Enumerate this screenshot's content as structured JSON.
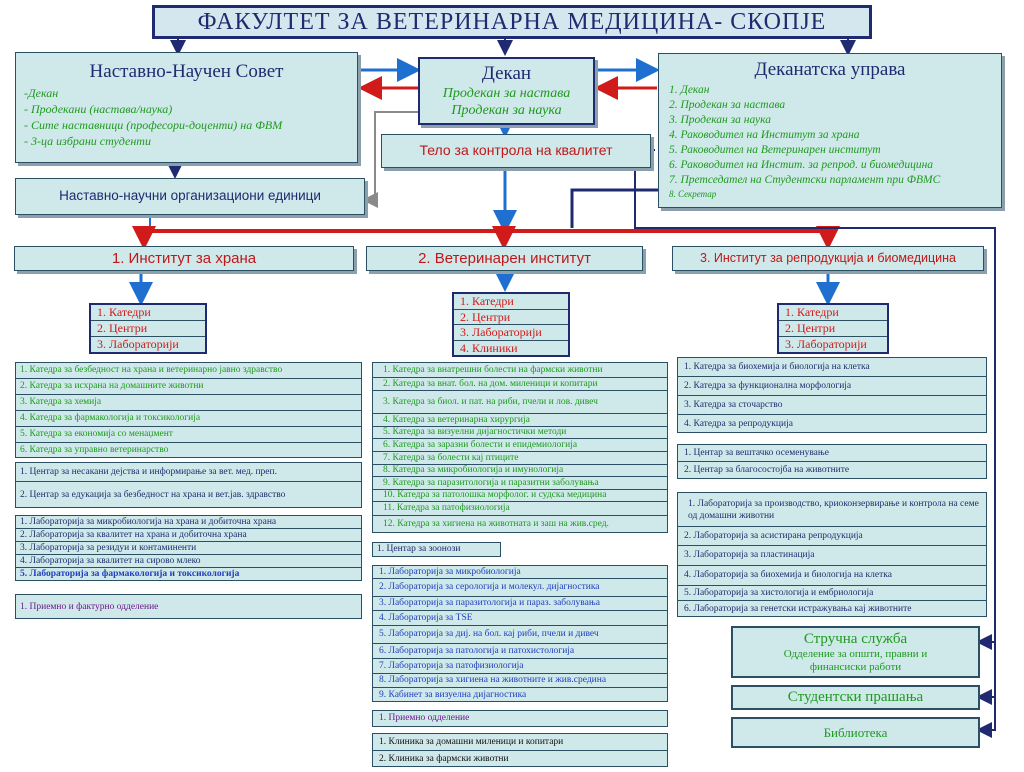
{
  "title": "ФАКУЛТЕТ ЗА ВЕТЕРИНАРНА МЕДИЦИНА- СКОПЈЕ",
  "council": {
    "title": "Наставно-Научен Совет",
    "items": [
      "-Декан",
      "- Продекани (настава/наука)",
      "- Сите наставници (професори-доценти)  на ФВМ",
      "- 3-ца избрани студенти"
    ]
  },
  "dean": {
    "title": "Декан",
    "line1": "Продекан за настава",
    "line2": "Продекан за наука"
  },
  "management": {
    "title": "Деканатска управа",
    "items": [
      "1. Декан",
      "2. Продекан за настава",
      "3. Продекан за наука",
      "4. Раководител на Институт за храна",
      "5. Раководител на Ветеринарен институт",
      "6. Раководител на Инстит. за репрод. и биомедицина",
      "7. Претседател на Студентски парламент при ФВМС",
      "8. Секретар"
    ]
  },
  "quality": "Тело за контрола на квалитет",
  "units": "Наставно-научни организациони единици",
  "institutes": {
    "food": "1. Институт за храна",
    "vet": "2. Ветеринарен институт",
    "repro": "3. Институт за репродукција и биомедицина"
  },
  "sub": {
    "food": [
      "1. Катедри",
      "2. Центри",
      "3. Лабораторији"
    ],
    "vet": [
      "1. Катедри",
      "2. Центри",
      "3. Лабораторији",
      "4. Клиники"
    ],
    "repro": [
      "1. Катедри",
      "2. Центри",
      "3. Лабораторији"
    ]
  },
  "food_depts": [
    "1. Катедра за безбедност на храна и ветеринарно јавно здравство",
    "2. Катедра за исхрана на домашните животни",
    "3. Катедра за хемија",
    "4. Катедра за фармакологија и токсикологија",
    "5. Катедра за економија со менаџмент",
    "6. Катедра за управно ветеринарство"
  ],
  "food_centers": [
    "1. Центар за несакани дејства и информирање за вет. мед. преп.",
    "2. Центар за едукација за безбедност на храна и вет.јав. здравство"
  ],
  "food_labs": [
    "1. Лабораторија за микробиологија на храна и добиточна храна",
    "2. Лабораторија за квалитет на храна и добиточна храна",
    "3. Лабораторија за резидуи и контаминенти",
    "4. Лабораторија за квалитет на сирово млеко",
    "5. Лабораторија за фармакологија и токсикологија"
  ],
  "food_office": "1. Приемно и фактурно одделение",
  "vet_depts": [
    "1. Катедра за внатрешни болести на фармски животни",
    "2. Катедра за внат. бол. на дом. миленици и копитари",
    "3. Катедра за биол. и пат. на риби, пчели и лов. дивеч",
    "4. Катедра за ветеринарна хирургија",
    "5. Катедра за визуелни дијагностички методи",
    "6. Катедра за заразни болести и епидемиологија",
    "7. Катедра за болести кај птиците",
    "8. Катедра за микробиологија и имунологија",
    "9. Катедра за паразитологија и паразитни заболувања",
    "10. Катедра за патолошка морфолог. и судска медицина",
    "11. Катедра за патофизиологија",
    "12. Катедра за хигиена на животната и заш на жив.сред."
  ],
  "vet_center": "1. Центар за зоонози",
  "vet_labs": [
    "1. Лабораторија за микробиологија",
    "2. Лабораторија за серологија и молекул. дијагностика",
    "3. Лабораторија за паразитологија и параз. заболувања",
    "4. Лабораторија за TSE",
    "5. Лабораторија за диј. на бол. кај риби, пчели и дивеч",
    "6. Лабораторија за патологија и патохистологија",
    "7. Лабораторија за патофизиологија",
    "8. Лабораторија за хигиена на животните и жив.средина",
    "9. Кабинет за визуелна дијагностика"
  ],
  "vet_office": "1. Приемно одделение",
  "vet_clinics": [
    "1. Клиника за домашни миленици и копитари",
    "2. Клиника за фармски животни"
  ],
  "repro_depts": [
    "1. Катедра за биохемија и биологија на клетка",
    "2. Катедра за функционална морфологија",
    "3. Катедра за сточарство",
    "4. Катедра за репродукција"
  ],
  "repro_centers": [
    "1. Центар за вештачко осеменување",
    "2. Центар за благосостојба на животните"
  ],
  "repro_labs": [
    "1. Лабораторија за производство, криоконзервирање и контрола на семе од домашни животни",
    "2. Лабораторија за асистирана репродукција",
    "3. Лабораторија за пластинација",
    "4. Лабораторија за биохемија и биологија на клетка",
    "5. Лабораторија за хистологија и ембриологија",
    "6. Лабораторија за генетски истражувања  кај животните"
  ],
  "service": {
    "title": "Стручна служба",
    "line1": "Одделение за општи, правни и",
    "line2": "финансиски работи"
  },
  "students": "Студентски прашања",
  "library": "Библиотека",
  "colors": {
    "box_fill": "#cfe8ea",
    "navy": "#1f2a70",
    "red": "#d11a1a",
    "blue": "#1f6fd1",
    "green": "#1e9a1e",
    "grey": "#8a8a8a"
  }
}
